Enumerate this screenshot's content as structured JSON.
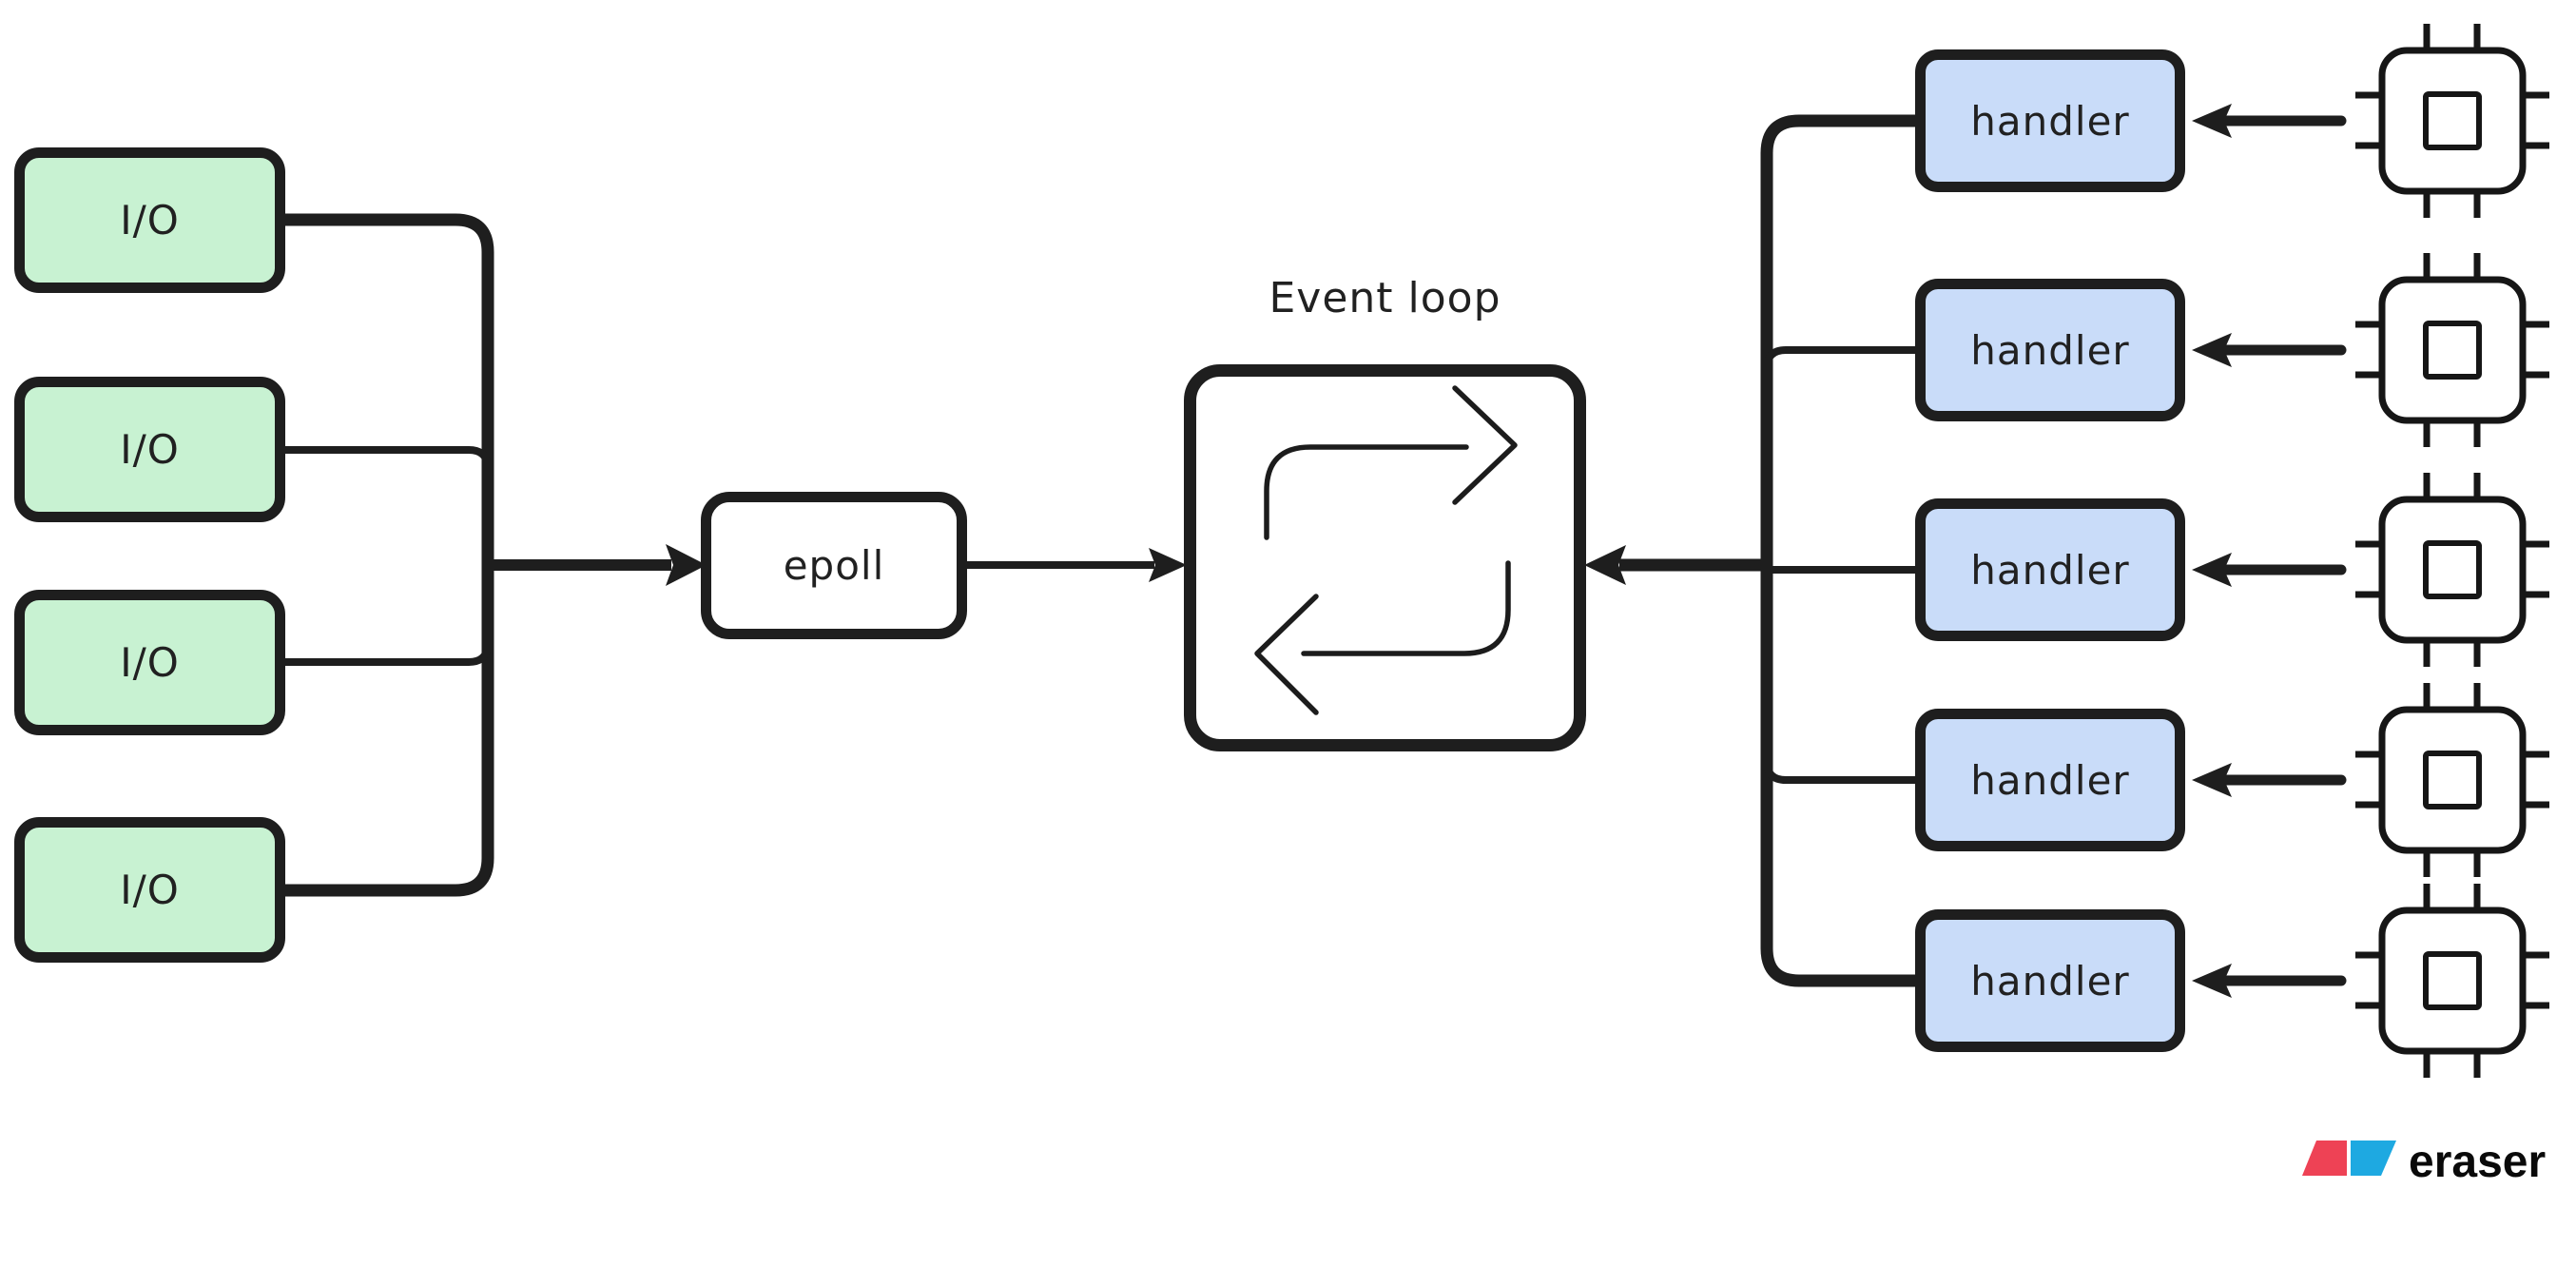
{
  "diagram": {
    "io_nodes": [
      {
        "label": "I/O"
      },
      {
        "label": "I/O"
      },
      {
        "label": "I/O"
      },
      {
        "label": "I/O"
      }
    ],
    "epoll": {
      "label": "epoll"
    },
    "event_loop": {
      "label": "Event loop"
    },
    "handler_nodes": [
      {
        "label": "handler"
      },
      {
        "label": "handler"
      },
      {
        "label": "handler"
      },
      {
        "label": "handler"
      },
      {
        "label": "handler"
      }
    ],
    "cpu_chip_count": 5
  },
  "colors": {
    "background": "#ffffff",
    "stroke": "#1e1e1e",
    "io_fill": "#c8f2d2",
    "handler_fill": "#c9dcf9",
    "node_fill": "#ffffff",
    "logo_red": "#ee4255",
    "logo_blue": "#1ea9e1",
    "logo_text": "#0a0a0a"
  },
  "logo": {
    "text": "eraser"
  }
}
